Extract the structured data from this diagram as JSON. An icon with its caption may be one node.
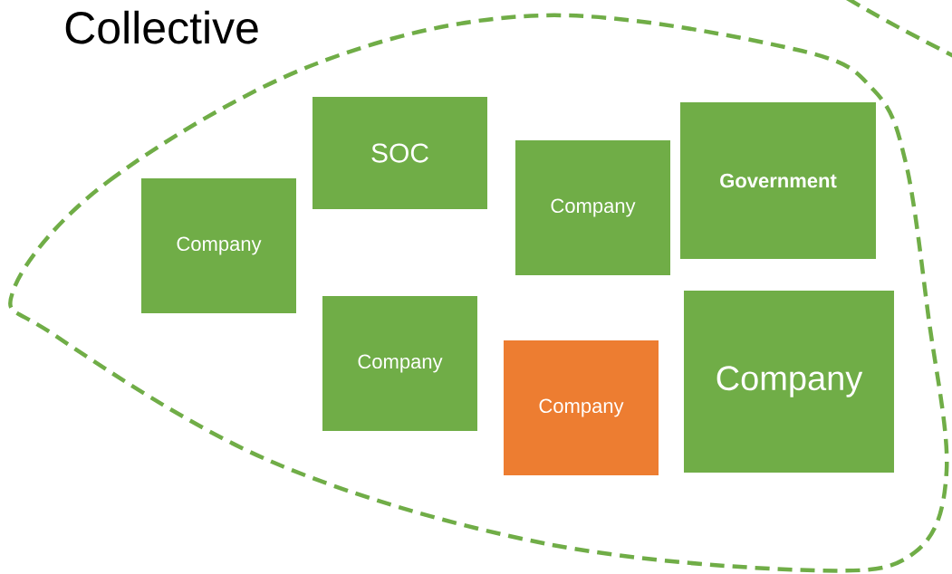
{
  "diagram": {
    "nodes": [
      {
        "text": [
          "Collective"
        ]
      },
      {
        "text": [
          "SOC"
        ],
        "in": 0
      },
      {
        "text": [
          "Company"
        ],
        "in": 0
      },
      {
        "text": [
          "Company"
        ],
        "in": 0
      },
      {
        "text": [
          "Government"
        ],
        "in": 0
      },
      {
        "text": [
          "Company"
        ],
        "in": 0
      },
      {
        "text": [
          "Company"
        ],
        "in": 0
      },
      {
        "text": [
          "Company"
        ],
        "in": 0
      },
      {
        "text": [],
        "shape": "cloud"
      }
    ],
    "edges": []
  }
}
